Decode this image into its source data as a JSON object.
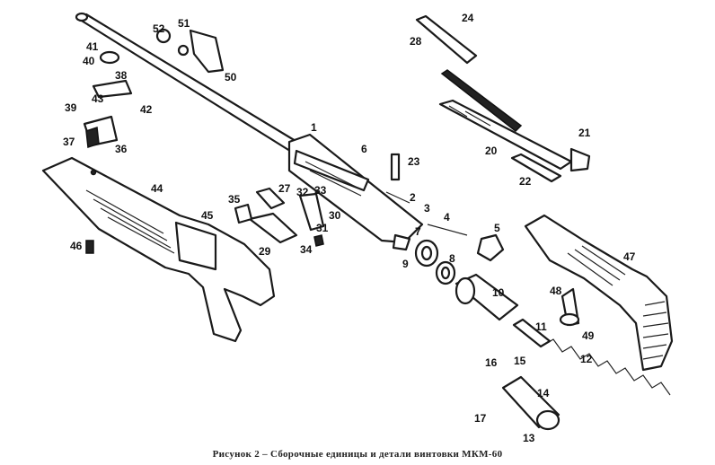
{
  "caption": "Рисунок 2 – Сборочные единицы и детали винтовки МКМ-60",
  "part_numbers": [
    "1",
    "2",
    "3",
    "4",
    "5",
    "6",
    "7",
    "8",
    "9",
    "10",
    "11",
    "12",
    "13",
    "14",
    "15",
    "16",
    "17",
    "20",
    "21",
    "22",
    "23",
    "24",
    "27",
    "28",
    "29",
    "30",
    "31",
    "32",
    "33",
    "34",
    "35",
    "36",
    "37",
    "38",
    "39",
    "40",
    "41",
    "42",
    "43",
    "44",
    "45",
    "46",
    "47",
    "48",
    "49",
    "50",
    "51",
    "52"
  ]
}
